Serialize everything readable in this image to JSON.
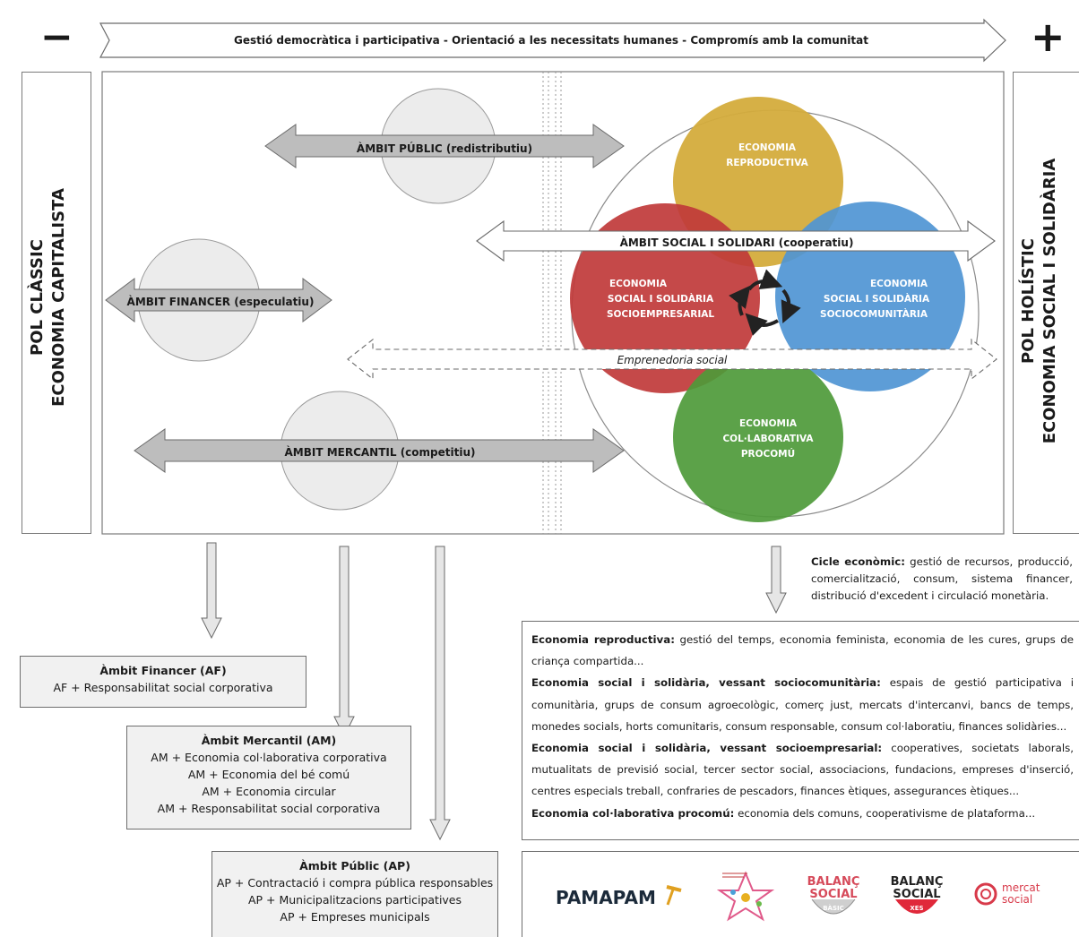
{
  "top_banner": {
    "minus": "−",
    "plus": "+",
    "text": "Gestió democràtica i participativa - Orientació a les necessitats humanes - Compromís amb la comunitat"
  },
  "left_pole": {
    "line1": "POL CLÀSSIC",
    "line2": "ECONOMIA CAPITALISTA"
  },
  "right_pole": {
    "line1": "POL HOLÍSTIC",
    "line2": "ECONOMIA SOCIAL I SOLIDÀRIA"
  },
  "arrows": {
    "public": "ÀMBIT PÚBLIC (redistributiu)",
    "financial": "ÀMBIT FINANCER (especulatiu)",
    "mercantile": "ÀMBIT MERCANTIL (competitiu)",
    "social": "ÀMBIT SOCIAL I SOLIDARI (cooperatiu)",
    "entrepreneurship": "Emprenedoria social"
  },
  "economies": {
    "reproductive": [
      "ECONOMIA",
      "REPRODUCTIVA"
    ],
    "socioempresarial": [
      "ECONOMIA",
      "SOCIAL I SOLIDÀRIA",
      "SOCIOEMPRESARIAL"
    ],
    "sociocomunitaria": [
      "ECONOMIA",
      "SOCIAL I SOLIDÀRIA",
      "SOCIOCOMUNITÀRIA"
    ],
    "collaborative": [
      "ECONOMIA",
      "COL·LABORATIVA",
      "PROCOMÚ"
    ]
  },
  "colors": {
    "reproductive": "#d4ac3c",
    "socioempresarial": "#c0393a",
    "sociocomunitaria": "#4f95d4",
    "collaborative": "#4e9a3a",
    "grey_arrow": "#bdbdbd"
  },
  "cicle": {
    "bold": "Cicle econòmic:",
    "text": " gestió de recursos, producció, comercialització, consum, sistema financer, distribució d'excedent i circulació monetària."
  },
  "descriptions": [
    {
      "bold": "Economia reproductiva:",
      "text": " gestió del temps, economia feminista, economia de les cures, grups de criança compartida..."
    },
    {
      "bold": "Economia social i solidària, vessant sociocomunitària:",
      "text": " espais de gestió participativa i comunitària, grups de consum agroecològic, comerç just, mercats d'intercanvi, bancs de temps, monedes socials, horts comunitaris, consum responsable, consum col·laboratiu, finances solidàries..."
    },
    {
      "bold": "Economia social i solidària, vessant socioempresarial:",
      "text": " cooperatives, societats laborals, mutualitats de previsió social, tercer sector social, associacions, fundacions, empreses d'inserció, centres especials treball, confraries de pescadors, finances ètiques, assegurances ètiques..."
    },
    {
      "bold": "Economia col·laborativa procomú:",
      "text": " economia dels comuns, cooperativisme de plataforma..."
    }
  ],
  "boxes": {
    "af": {
      "title": "Àmbit Financer (AF)",
      "lines": [
        "AF + Responsabilitat social corporativa"
      ]
    },
    "am": {
      "title": "Àmbit Mercantil (AM)",
      "lines": [
        "AM + Economia col·laborativa corporativa",
        "AM + Economia del bé comú",
        "AM + Economia circular",
        "AM + Responsabilitat social corporativa"
      ]
    },
    "ap": {
      "title": "Àmbit Públic (AP)",
      "lines": [
        "AP + Contractació i compra pública responsables",
        "AP + Municipalitzacions participatives",
        "AP + Empreses municipals"
      ]
    }
  },
  "logos": {
    "pamapam": "PAMAPAM",
    "balanc_basic": [
      "BALANÇ",
      "SOCIAL",
      "BÀSIC"
    ],
    "balanc_xes": [
      "BALANÇ",
      "SOCIAL",
      "XES"
    ],
    "mercat": [
      "mercat",
      "social"
    ]
  }
}
